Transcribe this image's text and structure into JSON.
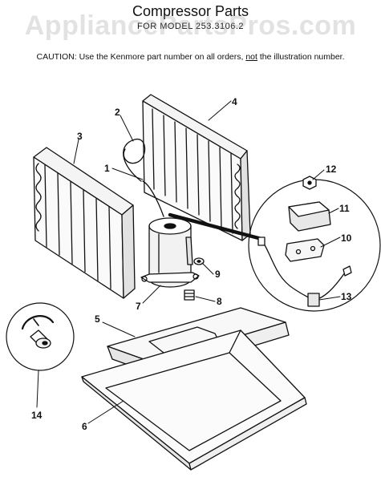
{
  "header": {
    "title": "Compressor Parts",
    "subtitle": "FOR MODEL 253.3106.2",
    "watermark": "AppliancePartsPros.com"
  },
  "caution": {
    "prefix": "CAUTION:  Use the Kenmore part number on all orders, ",
    "emphasis": "not",
    "suffix": " the illustration number."
  },
  "callouts": [
    "1",
    "2",
    "3",
    "4",
    "5",
    "6",
    "7",
    "8",
    "9",
    "10",
    "11",
    "12",
    "13",
    "14"
  ]
}
